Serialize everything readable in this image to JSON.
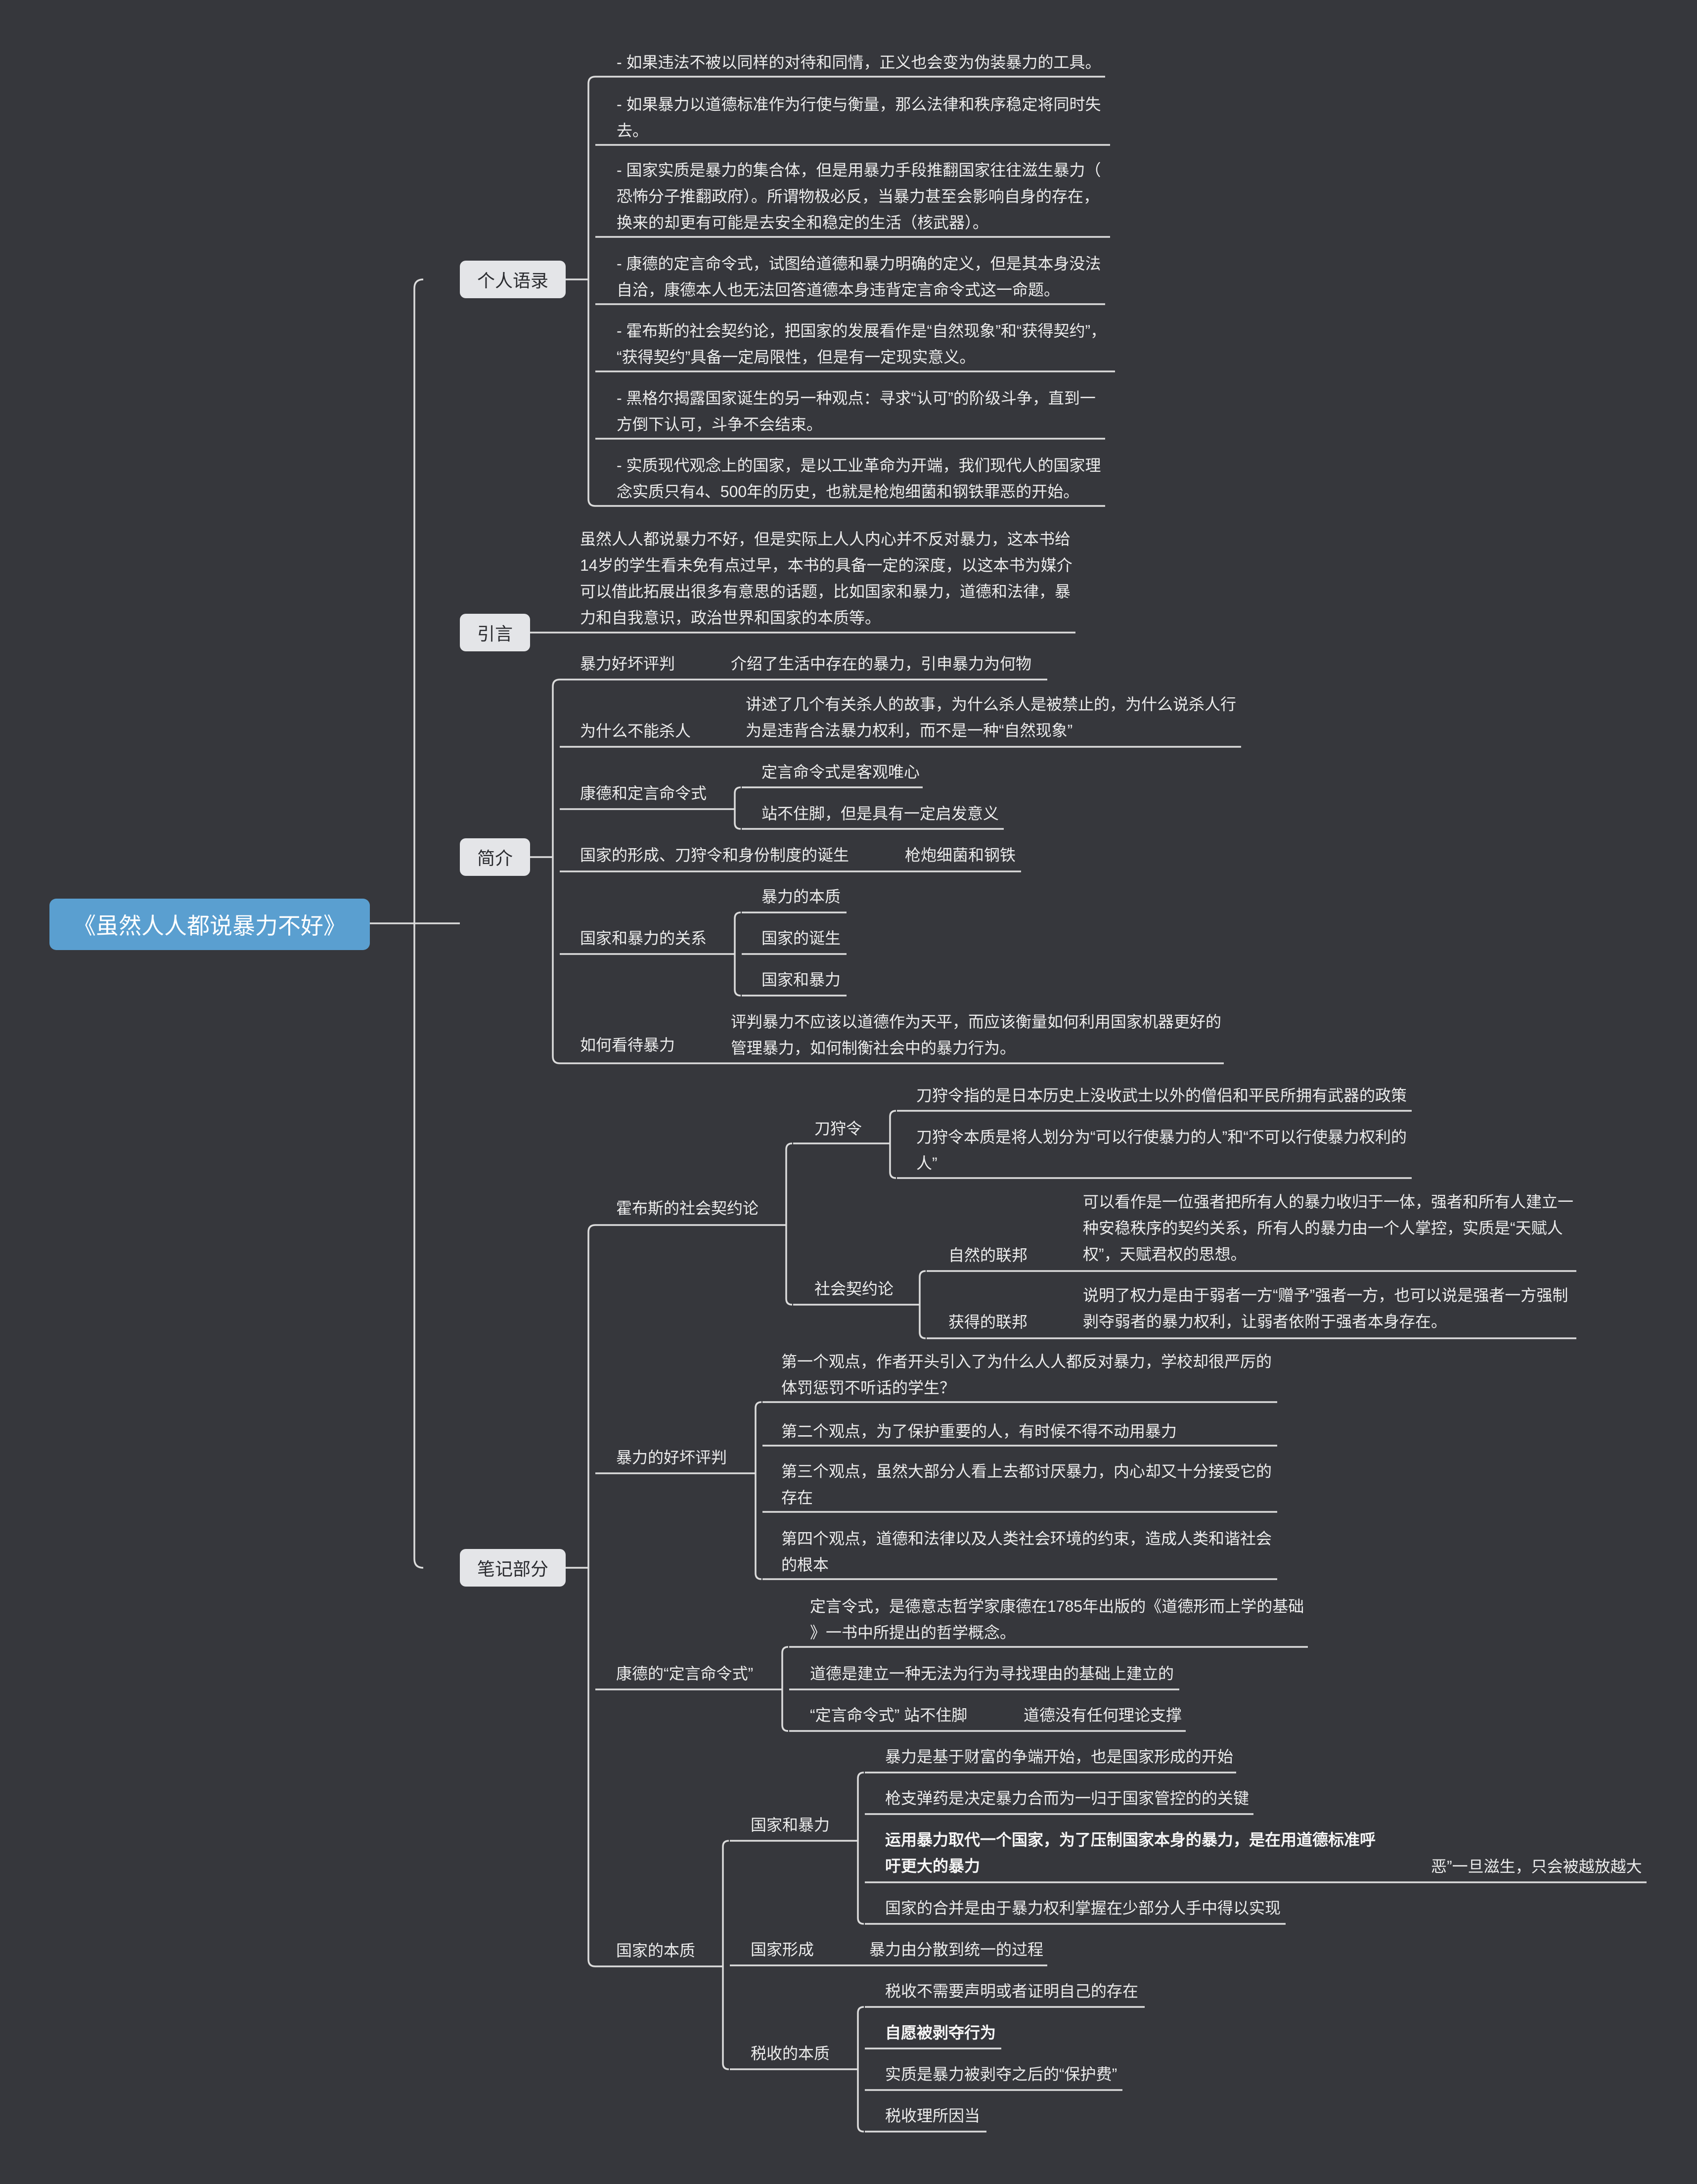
{
  "colors": {
    "background": "#36373c",
    "root_fill": "#5a9fd0",
    "topic_fill": "#e4e5e8",
    "line": "#dcdcdc",
    "text": "#ececec"
  },
  "root": "《虽然人人都说暴力不好》",
  "topics": {
    "quotes": "个人语录",
    "intro": "引言",
    "summary": "简介",
    "notes": "笔记部分"
  },
  "quotes": [
    [
      "- 如果违法不被以同样的对待和同情，正义也会变为伪装暴力的工具。"
    ],
    [
      "- 如果暴力以道德标准作为行使与衡量，那么法律和秩序稳定将同时失",
      "去。"
    ],
    [
      "- 国家实质是暴力的集合体，但是用暴力手段推翻国家往往滋生暴力（",
      "恐怖分子推翻政府）。所谓物极必反，当暴力甚至会影响自身的存在，",
      "换来的却更有可能是去安全和稳定的生活（核武器）。"
    ],
    [
      "- 康德的定言命令式，试图给道德和暴力明确的定义，但是其本身没法",
      "自洽，康德本人也无法回答道德本身违背定言命令式这一命题。"
    ],
    [
      "- 霍布斯的社会契约论，把国家的发展看作是“自然现象”和“获得契约”，",
      "“获得契约”具备一定局限性，但是有一定现实意义。"
    ],
    [
      "- 黑格尔揭露国家诞生的另一种观点：寻求“认可”的阶级斗争，直到一",
      "方倒下认可，斗争不会结束。"
    ],
    [
      "- 实质现代观念上的国家，是以工业革命为开端，我们现代人的国家理",
      "念实质只有4、500年的历史，也就是枪炮细菌和钢铁罪恶的开始。"
    ]
  ],
  "intro_text": [
    "虽然人人都说暴力不好，但是实际上人人内心并不反对暴力，这本书给",
    "14岁的学生看未免有点过早，本书的具备一定的深度，以这本书为媒介",
    "可以借此拓展出很多有意思的话题，比如国家和暴力，道德和法律，暴",
    "力和自我意识，政治世界和国家的本质等。"
  ],
  "summary": {
    "s1": {
      "label": "暴力好坏评判",
      "detail": "介绍了生活中存在的暴力，引申暴力为何物"
    },
    "s2": {
      "label": "为什么不能杀人",
      "detail": [
        "讲述了几个有关杀人的故事，为什么杀人是被禁止的，为什么说杀人行",
        "为是违背合法暴力权利，而不是一种“自然现象”"
      ]
    },
    "s3": {
      "label": "康德和定言命令式",
      "children": [
        "定言命令式是客观唯心",
        "站不住脚，但是具有一定启发意义"
      ]
    },
    "s4": {
      "label": "国家的形成、刀狩令和身份制度的诞生",
      "detail": "枪炮细菌和钢铁"
    },
    "s5": {
      "label": "国家和暴力的关系",
      "children": [
        "暴力的本质",
        "国家的诞生",
        "国家和暴力"
      ]
    },
    "s6": {
      "label": "如何看待暴力",
      "detail": [
        "评判暴力不应该以道德作为天平，而应该衡量如何利用国家机器更好的",
        "管理暴力，如何制衡社会中的暴力行为。"
      ]
    }
  },
  "notes": {
    "hobbes": {
      "label": "霍布斯的社会契约论",
      "katana": {
        "label": "刀狩令",
        "items": [
          [
            "刀狩令指的是日本历史上没收武士以外的僧侣和平民所拥有武器的政策"
          ],
          [
            "刀狩令本质是将人划分为“可以行使暴力的人”和“不可以行使暴力权利的",
            "人”"
          ]
        ]
      },
      "contract": {
        "label": "社会契约论",
        "natural": {
          "label": "自然的联邦",
          "text": [
            "可以看作是一位强者把所有人的暴力收归于一体，强者和所有人建立一",
            "种安稳秩序的契约关系，所有人的暴力由一个人掌控，实质是“天赋人",
            "权”，天赋君权的思想。"
          ]
        },
        "acquired": {
          "label": "获得的联邦",
          "text": [
            "说明了权力是由于弱者一方“赠予”强者一方，也可以说是强者一方强制",
            "剥夺弱者的暴力权利，让弱者依附于强者本身存在。"
          ]
        }
      }
    },
    "judge": {
      "label": "暴力的好坏评判",
      "items": [
        [
          "第一个观点，作者开头引入了为什么人人都反对暴力，学校却很严厉的",
          "体罚惩罚不听话的学生？"
        ],
        [
          "第二个观点，为了保护重要的人，有时候不得不动用暴力"
        ],
        [
          "第三个观点，虽然大部分人看上去都讨厌暴力，内心却又十分接受它的",
          "存在"
        ],
        [
          "第四个观点，道德和法律以及人类社会环境的约束，造成人类和谐社会",
          "的根本"
        ]
      ]
    },
    "kant": {
      "label": "康德的“定言命令式”",
      "items": [
        [
          "定言令式，是德意志哲学家康德在1785年出版的《道德形而上学的基础",
          "》一书中所提出的哲学概念。"
        ],
        [
          "道德是建立一种无法为行为寻找理由的基础上建立的"
        ]
      ],
      "weak": {
        "label": "“定言命令式” 站不住脚",
        "detail": "道德没有任何理论支撑"
      }
    },
    "state": {
      "label": "国家的本质",
      "state_violence": {
        "label": "国家和暴力",
        "items": [
          [
            "暴力是基于财富的争端开始，也是国家形成的开始"
          ],
          [
            "枪支弹药是决定暴力合而为一归于国家管控的的关键"
          ],
          [
            "运用暴力取代一个国家，为了压制国家本身的暴力，是在用道德标准呼",
            "吁更大的暴力"
          ],
          [
            "国家的合并是由于暴力权利掌握在少部分人手中得以实现"
          ]
        ],
        "extra": "恶”一旦滋生，只会被越放越大"
      },
      "formation": {
        "label": "国家形成",
        "detail": "暴力由分散到统一的过程"
      },
      "tax": {
        "label": "税收的本质",
        "items": [
          "税收不需要声明或者证明自己的存在",
          "自愿被剥夺行为",
          "实质是暴力被剥夺之后的“保护费”",
          "税收理所因当"
        ]
      }
    }
  }
}
